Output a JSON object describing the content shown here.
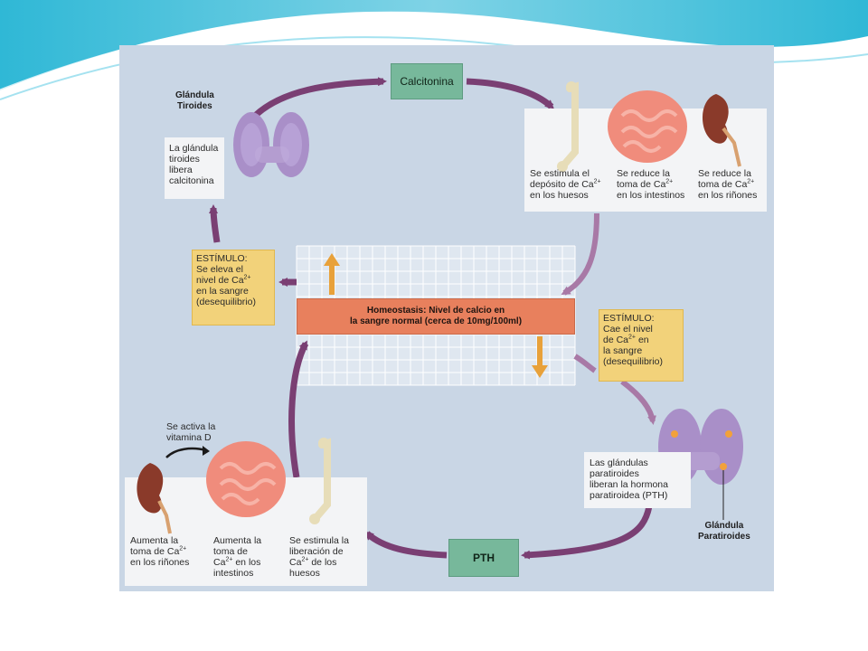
{
  "thyroid": {
    "title_line1": "Glándula",
    "title_line2": "Tiroides",
    "desc": [
      "La glándula",
      "tiroides",
      "libera",
      "calcitonina"
    ]
  },
  "calcitonin_label": "Calcitonina",
  "pth_label": "PTH",
  "homeostasis": {
    "line1": "Homeostasis: Nivel de calcio en",
    "line2": "la sangre normal (cerca de 10mg/100ml)"
  },
  "stimulus_rise": [
    "ESTÍMULO:",
    "Se eleva el",
    "nivel de Ca",
    "en la sangre",
    "(desequilibrio)"
  ],
  "stimulus_fall": [
    "ESTÍMULO:",
    "Cae el nivel",
    "de Ca",
    "en",
    "la sangre",
    "(desequilibrio)"
  ],
  "charge": "2+",
  "top_effects": {
    "bone": [
      "Se estimula el",
      "depósito de Ca",
      "en los huesos"
    ],
    "intestine": [
      "Se reduce la",
      "toma de Ca",
      "en los intestinos"
    ],
    "kidney": [
      "Se reduce la",
      "toma de Ca",
      "en los riñones"
    ]
  },
  "bottom_effects": {
    "kidney": [
      "Aumenta la",
      "toma de Ca",
      "en los riñones"
    ],
    "intestine": [
      "Aumenta la",
      "toma de",
      "Ca",
      "en los",
      "intestinos"
    ],
    "bone": [
      "Se estimula la",
      "liberación de",
      "Ca",
      "de los",
      "huesos"
    ]
  },
  "vitamin_d": [
    "Se activa la",
    "vitamina D"
  ],
  "parathyroid": {
    "desc": [
      "Las glándulas",
      "paratiroides",
      "liberan la hormona",
      "paratiroidea (PTH)"
    ],
    "title_line1": "Glándula",
    "title_line2": "Paratiroides"
  },
  "colors": {
    "arrow": "#7a3f73",
    "arrow_light": "#a879a6",
    "panel": "#c9d6e5",
    "stimulus": "#f2d27a",
    "hormone": "#77b89b",
    "banner": "#e8805d",
    "grid": "#ffffff"
  },
  "icons": [
    "thyroid-gland-icon",
    "bone-icon",
    "intestine-icon",
    "kidney-icon",
    "parathyroid-gland-icon"
  ]
}
